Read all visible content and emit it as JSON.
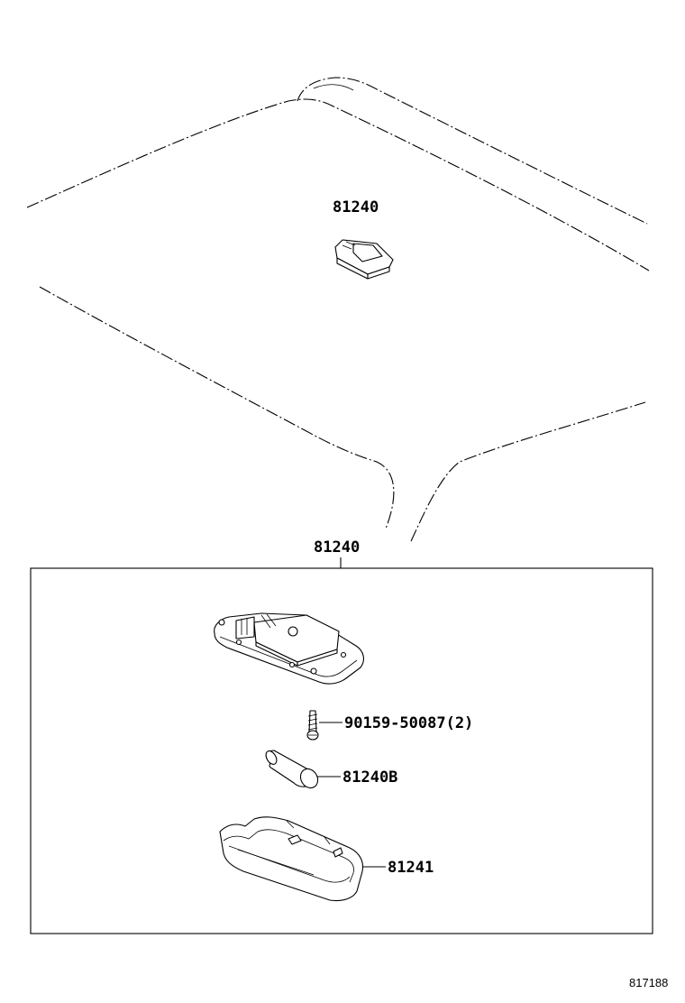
{
  "diagram": {
    "roof_part_label": "81240",
    "assembly_label": "81240",
    "parts": [
      {
        "id": "screw",
        "label": "90159-50087(2)"
      },
      {
        "id": "bulb",
        "label": "81240B"
      },
      {
        "id": "lens",
        "label": "81241"
      }
    ],
    "figure_number": "817188"
  }
}
